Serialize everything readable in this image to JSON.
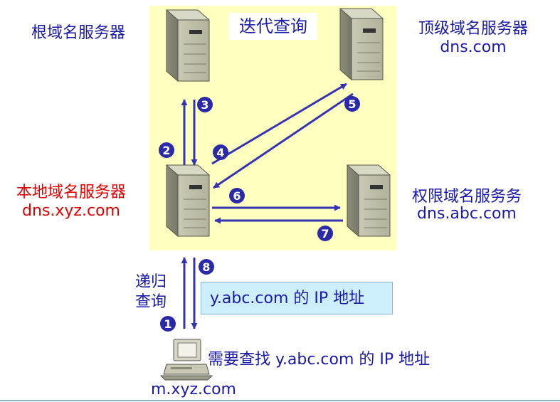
{
  "title": "迭代查询",
  "root_server": {
    "label": "根域名服务器"
  },
  "tld_server": {
    "label": "顶级域名服务器",
    "domain": "dns.com"
  },
  "local_server": {
    "label": "本地域名服务器",
    "domain": "dns.xyz.com"
  },
  "auth_server": {
    "label": "权限域名服务务",
    "domain": "dns.abc.com"
  },
  "recursive_query": {
    "line1": "递归",
    "line2": "查询"
  },
  "answer_box": "y.abc.com 的 IP 地址",
  "host": {
    "label": "m.xyz.com",
    "request": "需要查找 y.abc.com 的 IP 地址"
  },
  "steps": [
    "1",
    "2",
    "3",
    "4",
    "5",
    "6",
    "7",
    "8"
  ],
  "colors": {
    "panel": "#ffffc0",
    "arrow": "#3333b3",
    "badge": "#2a2aa8",
    "label": "#1a1aa8",
    "local_label": "#e00000",
    "answer_bg": "#cdeffd"
  }
}
